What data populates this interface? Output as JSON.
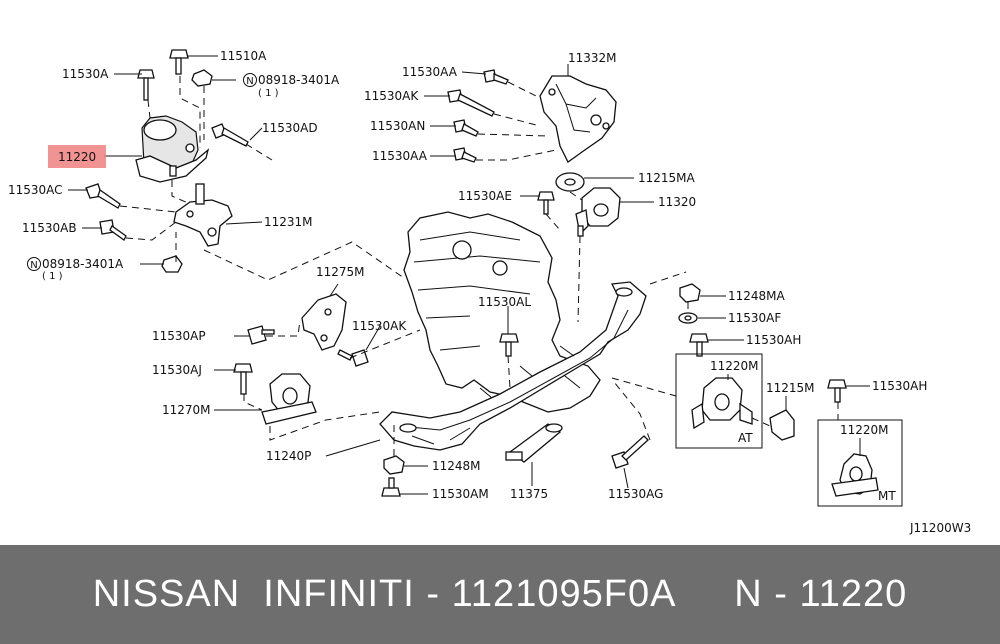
{
  "labels": {
    "p11530A": "11530A",
    "p11510A": "11510A",
    "n08918_top": "08918-3401A",
    "n08918_top_qty": "( 1 )",
    "p11530AD": "11530AD",
    "p11220": "11220",
    "p11530AC": "11530AC",
    "p11530AB": "11530AB",
    "p11231M": "11231M",
    "n08918_bot": "08918-3401A",
    "n08918_bot_qty": "( 1 )",
    "p11530AA": "11530AA",
    "p11530AK_top": "11530AK",
    "p11530AN": "11530AN",
    "p11530AA_2": "11530AA",
    "p11332M": "11332M",
    "p11215MA": "11215MA",
    "p11530AE": "11530AE",
    "p11320": "11320",
    "p11275M": "11275M",
    "p11530AK_mid": "11530AK",
    "p11530AL": "11530AL",
    "p11248MA": "11248MA",
    "p11530AF": "11530AF",
    "p11530AH_1": "11530AH",
    "p11220M_at": "11220M",
    "at": "AT",
    "p11215M": "11215M",
    "p11530AH_2": "11530AH",
    "p11220M_mt": "11220M",
    "mt": "MT",
    "p11530AP": "11530AP",
    "p11530AJ": "11530AJ",
    "p11270M": "11270M",
    "p11240P": "11240P",
    "p11248M": "11248M",
    "p11530AM": "11530AM",
    "p11375": "11375",
    "p11530AG": "11530AG",
    "diagram_code": "J11200W3",
    "n_mark": "N"
  },
  "banner": {
    "brand": "NISSAN  INFINITI",
    "sep1": " - ",
    "part_number": "1121095F0A",
    "gap": "     ",
    "ref_letter": "N",
    "sep2": " - ",
    "ref_number": "11220"
  },
  "colors": {
    "highlight": "#f08080",
    "banner_bg": "#6e6e6e",
    "banner_text": "#ffffff"
  }
}
